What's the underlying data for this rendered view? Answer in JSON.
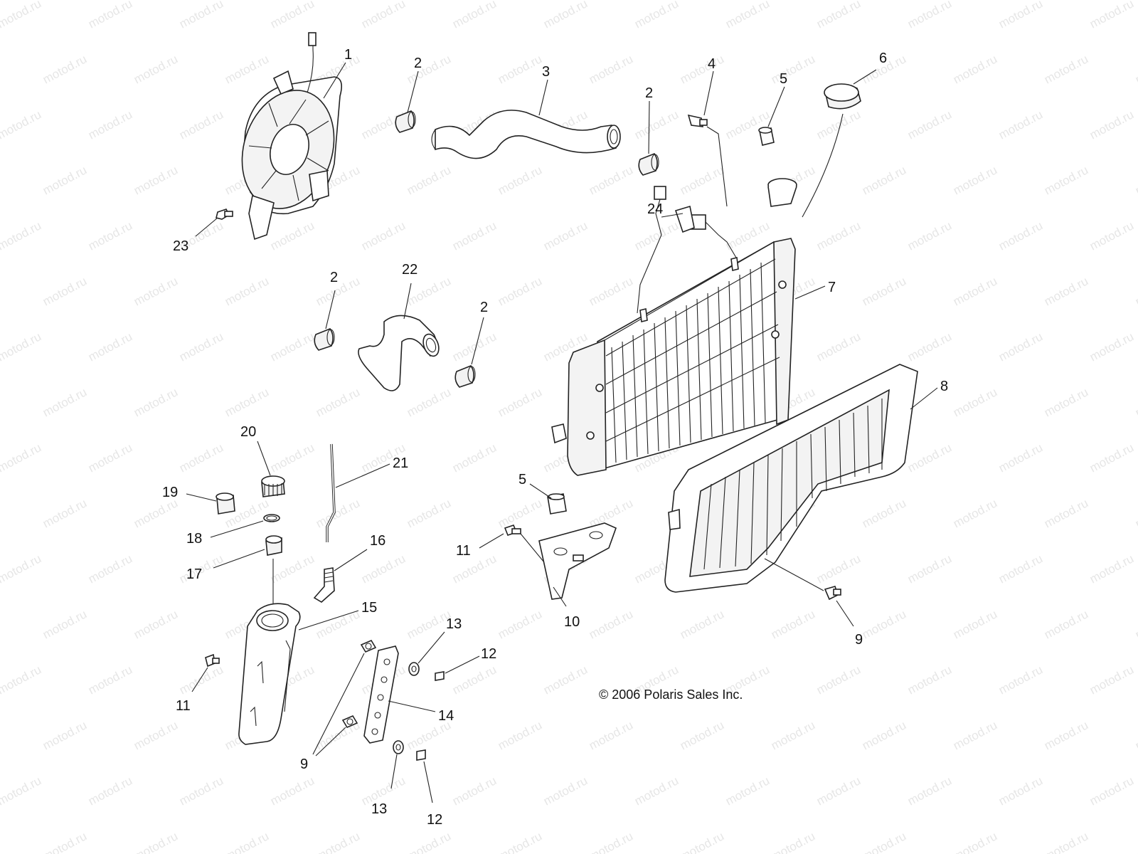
{
  "watermark": "motod.ru",
  "copyright": "© 2006 Polaris Sales Inc.",
  "callouts": {
    "c1": "1",
    "c2a": "2",
    "c3": "3",
    "c2b": "2",
    "c4": "4",
    "c5a": "5",
    "c6": "6",
    "c23": "23",
    "c24": "24",
    "c7": "7",
    "c2c": "2",
    "c22": "22",
    "c2d": "2",
    "c8": "8",
    "c20": "20",
    "c21": "21",
    "c19": "19",
    "c5b": "5",
    "c18": "18",
    "c16": "16",
    "c11a": "11",
    "c17": "17",
    "c15": "15",
    "c10": "10",
    "c9a": "9",
    "c13a": "13",
    "c12a": "12",
    "c11b": "11",
    "c14": "14",
    "c9b": "9",
    "c13b": "13",
    "c12b": "12"
  }
}
